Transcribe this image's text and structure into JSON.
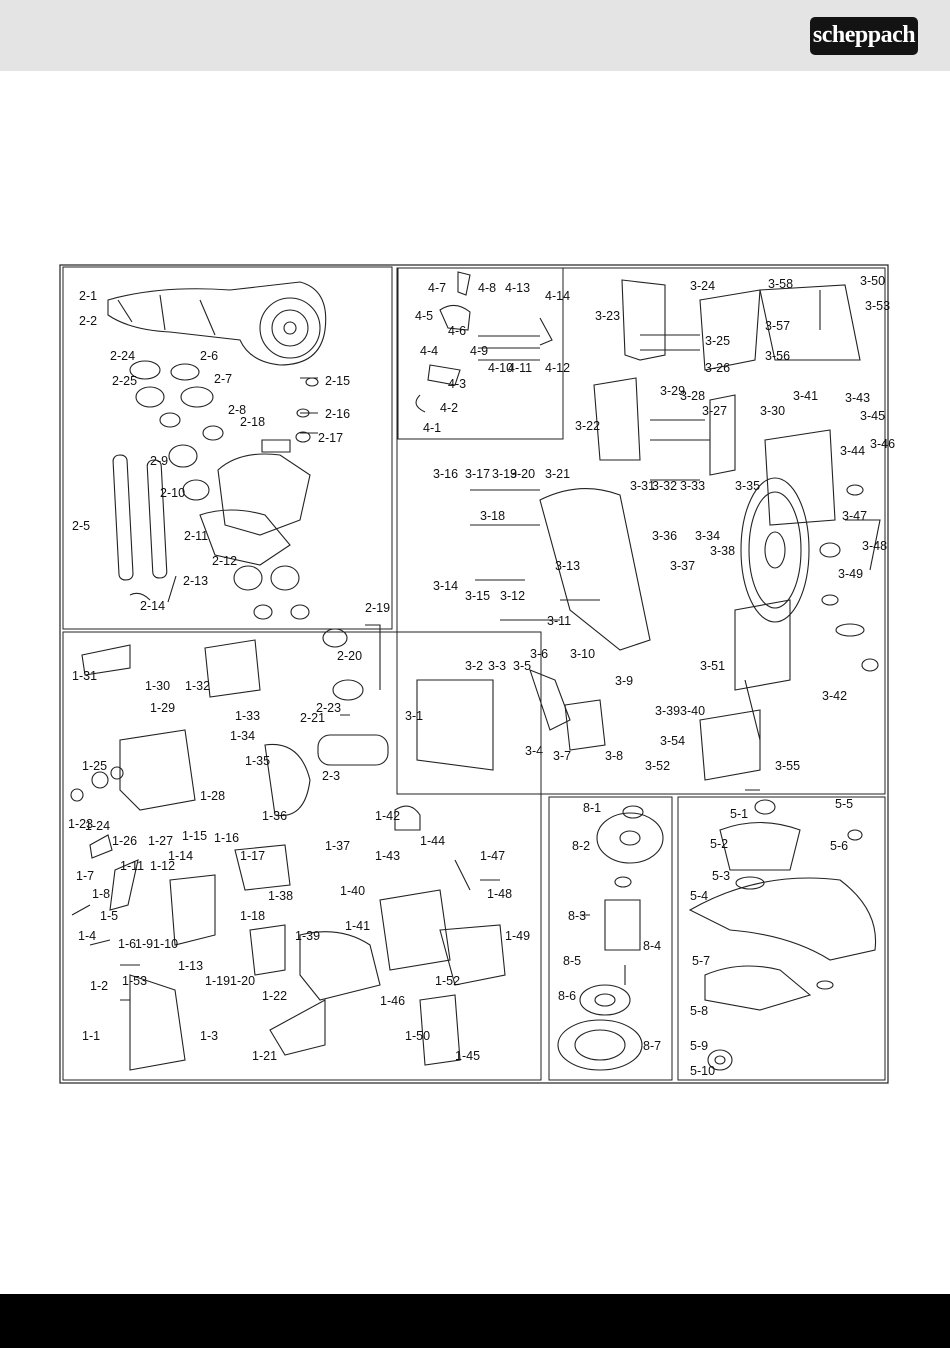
{
  "brand": {
    "logo_text": "scheppach"
  },
  "colors": {
    "header_bg": "#e4e4e4",
    "footer_bg": "#000000",
    "logo_bg": "#131313",
    "line": "#222222"
  },
  "panels": {
    "motor_arm": {
      "labels": [
        "2-1",
        "2-2",
        "2-24",
        "2-25",
        "2-6",
        "2-7",
        "2-8",
        "2-18",
        "2-9",
        "2-10",
        "2-11",
        "2-12",
        "2-13",
        "2-14",
        "2-5",
        "2-15",
        "2-16",
        "2-17",
        "2-19",
        "2-20",
        "2-21",
        "2-23",
        "2-3"
      ]
    },
    "handle": {
      "labels": [
        "4-1",
        "4-2",
        "4-3",
        "4-4",
        "4-5",
        "4-6",
        "4-7",
        "4-8",
        "4-9",
        "4-10",
        "4-11",
        "4-12",
        "4-13",
        "4-14"
      ]
    },
    "base_table": {
      "labels": [
        "3-1",
        "3-2",
        "3-3",
        "3-4",
        "3-5",
        "3-6",
        "3-7",
        "3-8",
        "3-9",
        "3-10",
        "3-11",
        "3-12",
        "3-13",
        "3-14",
        "3-15",
        "3-16",
        "3-17",
        "3-18",
        "3-19",
        "3-20",
        "3-21",
        "3-22",
        "3-23",
        "3-24",
        "3-25",
        "3-26",
        "3-27",
        "3-28",
        "3-29",
        "3-30",
        "3-31",
        "3-32",
        "3-33",
        "3-34",
        "3-35",
        "3-36",
        "3-37",
        "3-38",
        "3-39",
        "3-40",
        "3-41",
        "3-42",
        "3-43",
        "3-44",
        "3-45",
        "3-46",
        "3-47",
        "3-48",
        "3-49",
        "3-50",
        "3-51",
        "3-52",
        "3-53",
        "3-54",
        "3-55",
        "3-56",
        "3-57",
        "3-58"
      ]
    },
    "motor_head": {
      "labels": [
        "1-1",
        "1-2",
        "1-3",
        "1-4",
        "1-5",
        "1-6",
        "1-7",
        "1-8",
        "1-9",
        "1-10",
        "1-11",
        "1-12",
        "1-13",
        "1-14",
        "1-15",
        "1-16",
        "1-17",
        "1-18",
        "1-19",
        "1-20",
        "1-21",
        "1-22",
        "1-23",
        "1-24",
        "1-25",
        "1-26",
        "1-27",
        "1-28",
        "1-29",
        "1-30",
        "1-31",
        "1-32",
        "1-33",
        "1-34",
        "1-35",
        "1-36",
        "1-37",
        "1-38",
        "1-39",
        "1-40",
        "1-41",
        "1-42",
        "1-43",
        "1-44",
        "1-45",
        "1-46",
        "1-47",
        "1-48",
        "1-49",
        "1-50",
        "1-52",
        "1-53"
      ]
    },
    "spindle": {
      "labels": [
        "8-1",
        "8-2",
        "8-3",
        "8-4",
        "8-5",
        "8-6",
        "8-7"
      ]
    },
    "blade_guard": {
      "labels": [
        "5-1",
        "5-2",
        "5-3",
        "5-4",
        "5-5",
        "5-6",
        "5-7",
        "5-8",
        "5-9",
        "5-10"
      ]
    }
  }
}
